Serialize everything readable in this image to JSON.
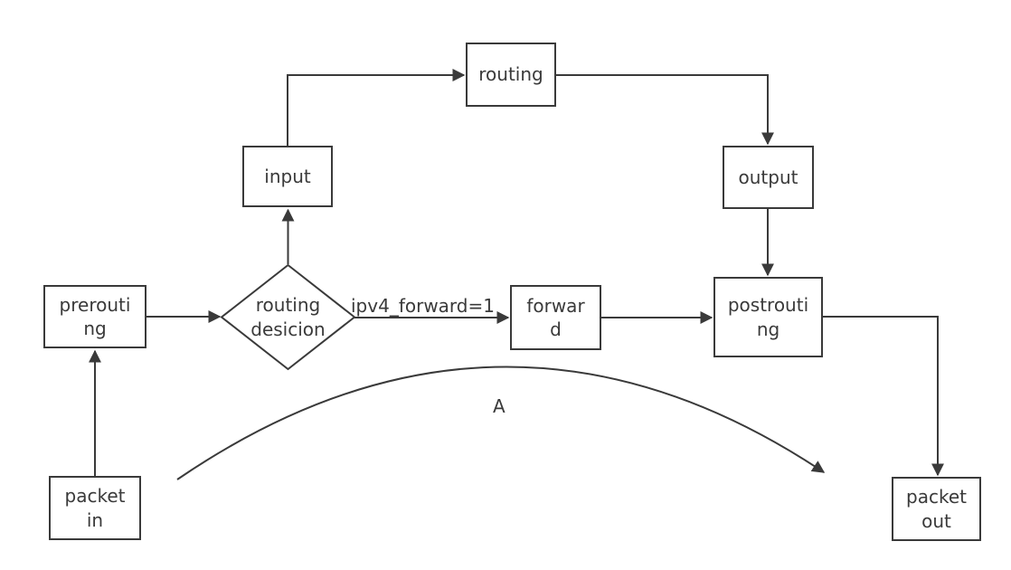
{
  "diagram": {
    "background_color": "#ffffff",
    "line_color": "#3a3a3a",
    "text_color": "#3a3a3a",
    "nodes": {
      "packet_in": {
        "lines": [
          "packet",
          "in"
        ]
      },
      "prerouting": {
        "lines": [
          "prerouti",
          "ng"
        ]
      },
      "routing_decision": {
        "lines": [
          "routing",
          "desicion"
        ]
      },
      "input": {
        "lines": [
          "input"
        ]
      },
      "routing": {
        "lines": [
          "routing"
        ]
      },
      "output": {
        "lines": [
          "output"
        ]
      },
      "forward": {
        "lines": [
          "forwar",
          "d"
        ]
      },
      "postrouting": {
        "lines": [
          "postrouti",
          "ng"
        ]
      },
      "packet_out": {
        "lines": [
          "packet",
          "out"
        ]
      }
    },
    "edge_labels": {
      "forward_condition": "ipv4_forward=1",
      "bypass_curve": "A"
    }
  }
}
